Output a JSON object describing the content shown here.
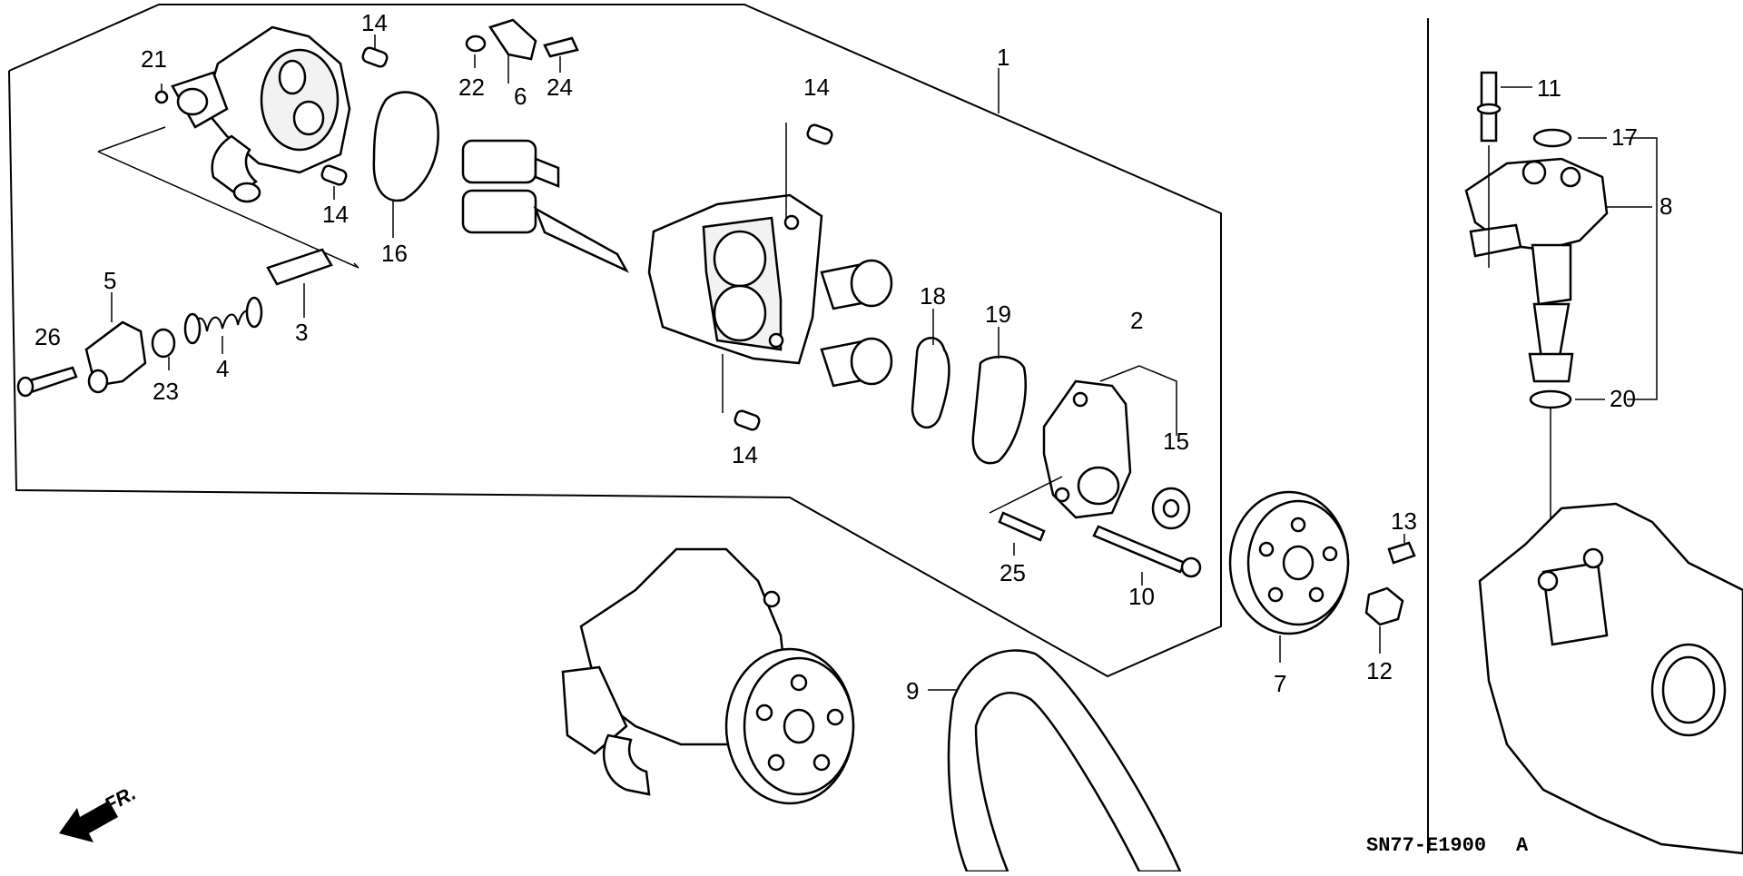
{
  "diagram": {
    "labels": {
      "p1": "1",
      "p2": "2",
      "p3": "3",
      "p4": "4",
      "p5": "5",
      "p6": "6",
      "p7": "7",
      "p8": "8",
      "p9": "9",
      "p10": "10",
      "p11": "11",
      "p12": "12",
      "p13": "13",
      "p14a": "14",
      "p14b": "14",
      "p14c": "14",
      "p14d": "14",
      "p15": "15",
      "p16": "16",
      "p17": "17",
      "p18": "18",
      "p19": "19",
      "p20": "20",
      "p21": "21",
      "p22": "22",
      "p23": "23",
      "p24": "24",
      "p25": "25",
      "p26": "26"
    },
    "direction": "FR.",
    "code": "SN77-E1900",
    "code_suffix": "A"
  }
}
